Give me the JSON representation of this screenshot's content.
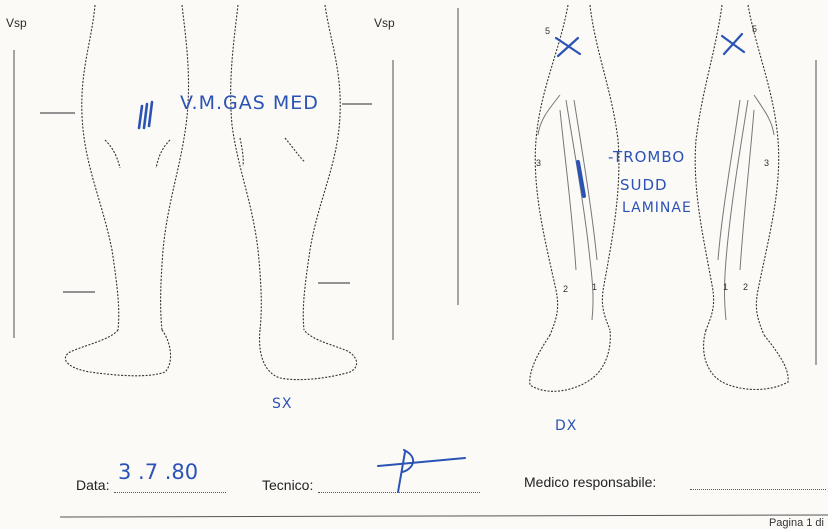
{
  "diagram": {
    "left_label": "Vsp",
    "right_label": "Vsp",
    "vein_numbers": {
      "front_left": {
        "top": "5",
        "mid": "3",
        "b1": "2",
        "b2": "1"
      },
      "front_right": {
        "top": "5",
        "mid": "3",
        "b1": "1",
        "b2": "2"
      }
    }
  },
  "annotations": {
    "left_hand": "V.M.GAS MED",
    "left_side": "SX",
    "thrombo": [
      "-TROMBO",
      "SUDD",
      "LAMINAE"
    ],
    "right_side": "DX"
  },
  "footer": {
    "data_label": "Data:",
    "data_value": "3 .7 .80",
    "tecnico_label": "Tecnico:",
    "medico_label": "Medico responsabile:",
    "page_label": "Pagina 1 di"
  }
}
